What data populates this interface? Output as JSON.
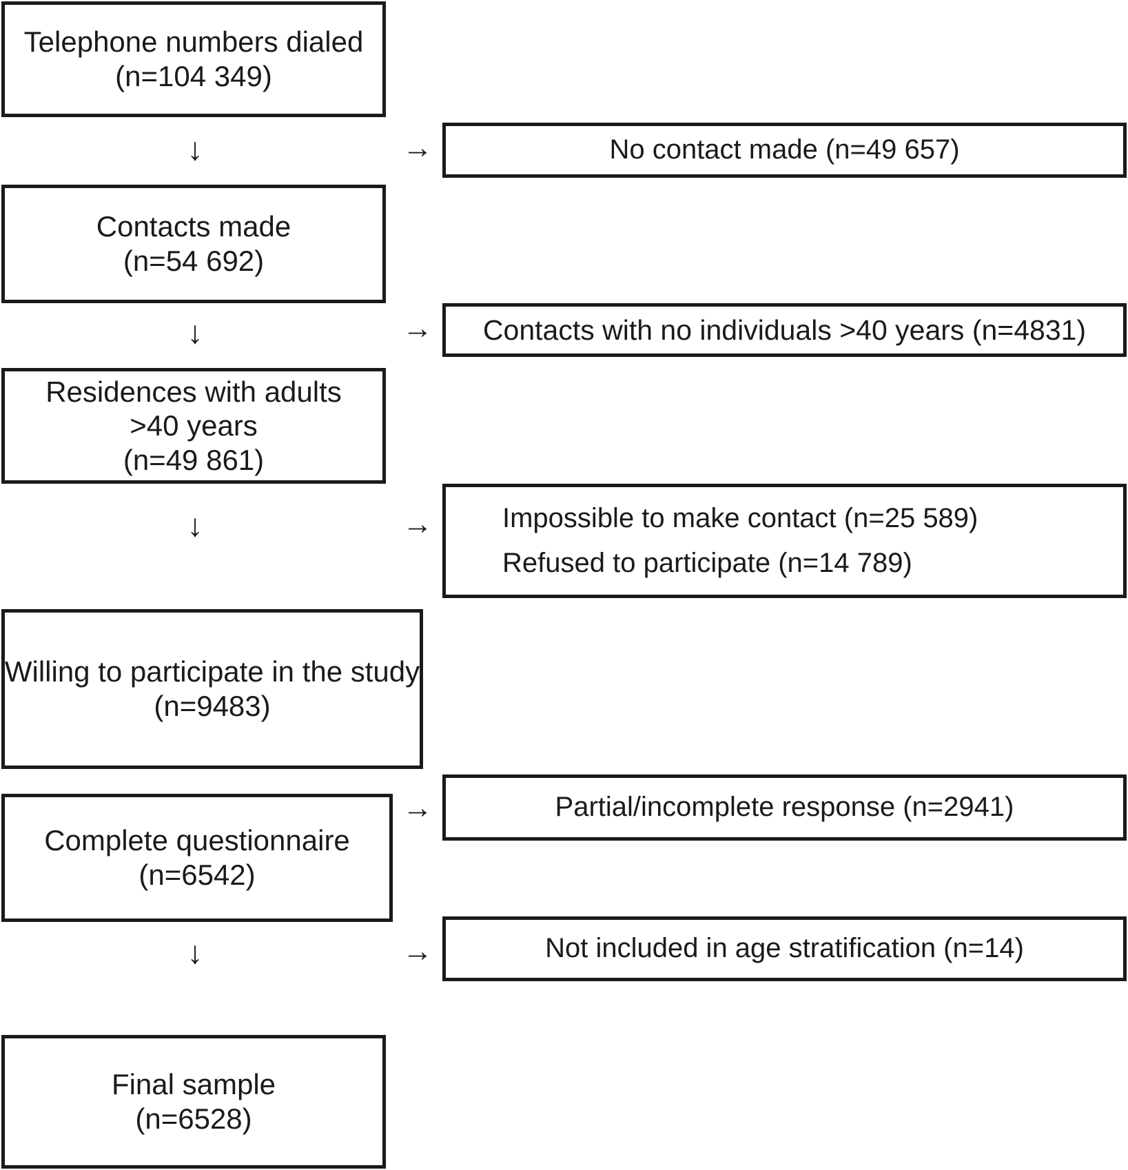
{
  "diagram": {
    "title": "Participant flow diagram",
    "type": "flowchart",
    "stroke_color": "#1a1a1a",
    "background_color": "#ffffff",
    "down_arrow_glyph": "↓",
    "right_arrow_glyph": "→",
    "main_nodes": [
      {
        "id": "telephone-numbers-dialed",
        "line1": "Telephone numbers dialed",
        "line2": "(n=104 349)",
        "count": 104349
      },
      {
        "id": "contacts-made",
        "line1": "Contacts made",
        "line2": "(n=54 692)",
        "count": 54692
      },
      {
        "id": "residences-with-adults",
        "line1": "Residences with adults",
        "line2": ">40 years",
        "line3": "(n=49 861)",
        "count": 49861
      },
      {
        "id": "willing-to-participate",
        "line1": "Willing to participate in the study",
        "line2": "(n=9483)",
        "count": 9483
      },
      {
        "id": "complete-questionnaire",
        "line1": "Complete questionnaire",
        "line2": "(n=6542)",
        "count": 6542
      },
      {
        "id": "final-sample",
        "line1": "Final sample",
        "line2": "(n=6528)",
        "count": 6528
      }
    ],
    "exclusion_nodes": [
      {
        "id": "no-contact-made",
        "line1": "No contact made (n=49 657)",
        "count": 49657
      },
      {
        "id": "contacts-no-individuals-over-40",
        "line1": "Contacts with no individuals >40 years (n=4831)",
        "count": 4831
      },
      {
        "id": "impossible-refused",
        "line1": "Impossible to make contact (n=25 589)",
        "line2": "Refused to participate (n=14 789)",
        "count_impossible": 25589,
        "count_refused": 14789
      },
      {
        "id": "partial-incomplete-response",
        "line1": "Partial/incomplete response (n=2941)",
        "count": 2941
      },
      {
        "id": "not-included-age-stratification",
        "line1": "Not included in age stratification (n=14)",
        "count": 14
      }
    ]
  }
}
